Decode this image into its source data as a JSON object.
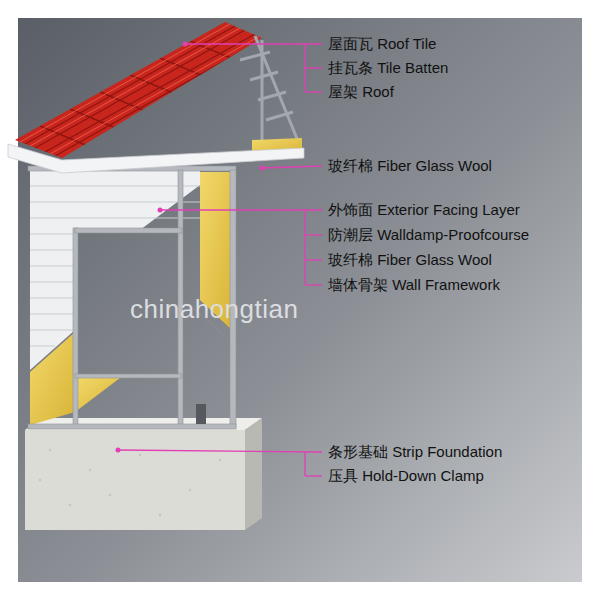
{
  "diagram": {
    "labels": [
      "屋面瓦 Roof Tile",
      "挂瓦条 Tile Batten",
      "屋架 Roof",
      "玻纤棉 Fiber Glass Wool",
      "外饰面 Exterior Facing Layer",
      "防潮层 Walldamp-Proofcourse",
      "玻纤棉 Fiber Glass Wool",
      "墙体骨架 Wall Framework",
      "条形基础 Strip Foundation",
      "压具 Hold-Down Clamp",
      "chinahongtian"
    ]
  }
}
